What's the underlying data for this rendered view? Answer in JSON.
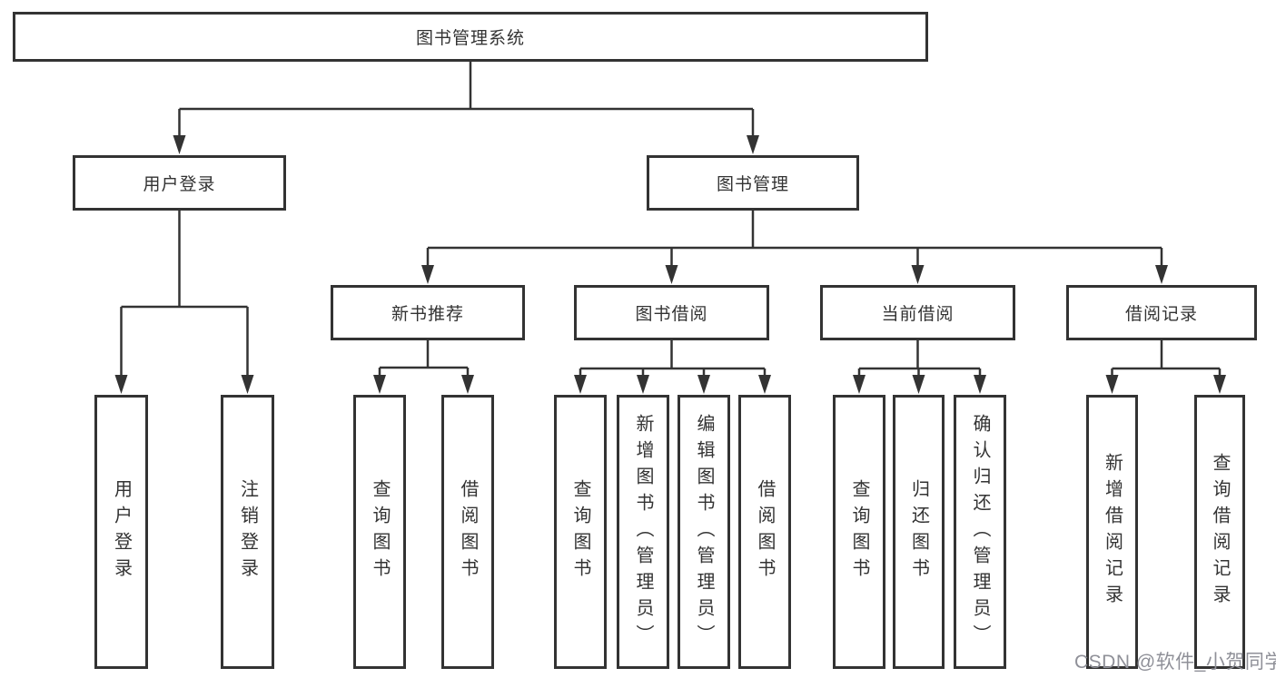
{
  "tree": {
    "label": "图书管理系统",
    "children": [
      {
        "label": "用户登录",
        "children": [
          {
            "label": "用户登录"
          },
          {
            "label": "注销登录"
          }
        ]
      },
      {
        "label": "图书管理",
        "children": [
          {
            "label": "新书推荐",
            "children": [
              {
                "label": "查询图书"
              },
              {
                "label": "借阅图书"
              }
            ]
          },
          {
            "label": "图书借阅",
            "children": [
              {
                "label": "查询图书"
              },
              {
                "label": "新增图书（管理员）"
              },
              {
                "label": "编辑图书（管理员）"
              },
              {
                "label": "借阅图书"
              }
            ]
          },
          {
            "label": "当前借阅",
            "children": [
              {
                "label": "查询图书"
              },
              {
                "label": "归还图书"
              },
              {
                "label": "确认归还（管理员）"
              }
            ]
          },
          {
            "label": "借阅记录",
            "children": [
              {
                "label": "新增借阅记录"
              },
              {
                "label": "查询借阅记录"
              }
            ]
          }
        ]
      }
    ]
  },
  "watermark": {
    "text": "CSDN @软件_小贺同学"
  },
  "colors": {
    "line": "#333333",
    "box_border": "#333333",
    "box_background": "#ffffff",
    "text": "#333333",
    "watermark_text": "#8f9098",
    "page_background": "#ffffff"
  }
}
